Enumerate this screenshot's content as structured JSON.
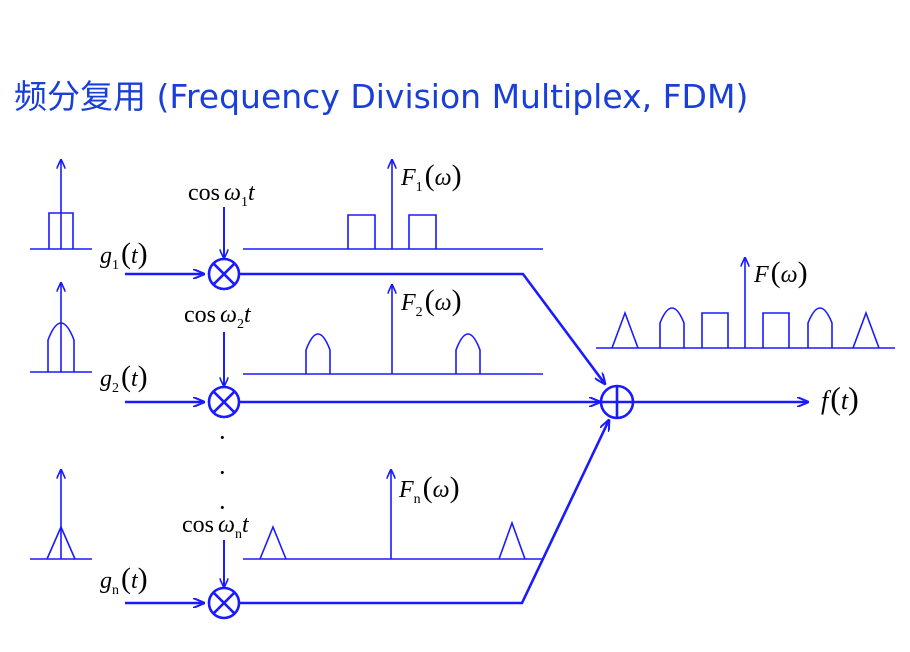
{
  "title": "频分复用 (Frequency Division Multiplex,  FDM)",
  "colors": {
    "line": "#1a1aff",
    "title": "#1a3fd9",
    "text": "#000000"
  },
  "channels": [
    {
      "cos": "cos",
      "w": "ω",
      "sub": "1",
      "t": "t",
      "g": "g",
      "gsub": "1",
      "targ": "t",
      "F": "F",
      "Fsub": "1",
      "Farg": "ω",
      "shape": "rect"
    },
    {
      "cos": "cos",
      "w": "ω",
      "sub": "2",
      "t": "t",
      "g": "g",
      "gsub": "2",
      "targ": "t",
      "F": "F",
      "Fsub": "2",
      "Farg": "ω",
      "shape": "arch"
    },
    {
      "cos": "cos",
      "w": "ω",
      "sub": "n",
      "t": "t",
      "g": "g",
      "gsub": "n",
      "targ": "t",
      "F": "F",
      "Fsub": "n",
      "Farg": "ω",
      "shape": "tri"
    }
  ],
  "combined": {
    "F": "F",
    "Farg": "ω",
    "out": "f",
    "outarg": "t"
  },
  "ellipsis": "·"
}
